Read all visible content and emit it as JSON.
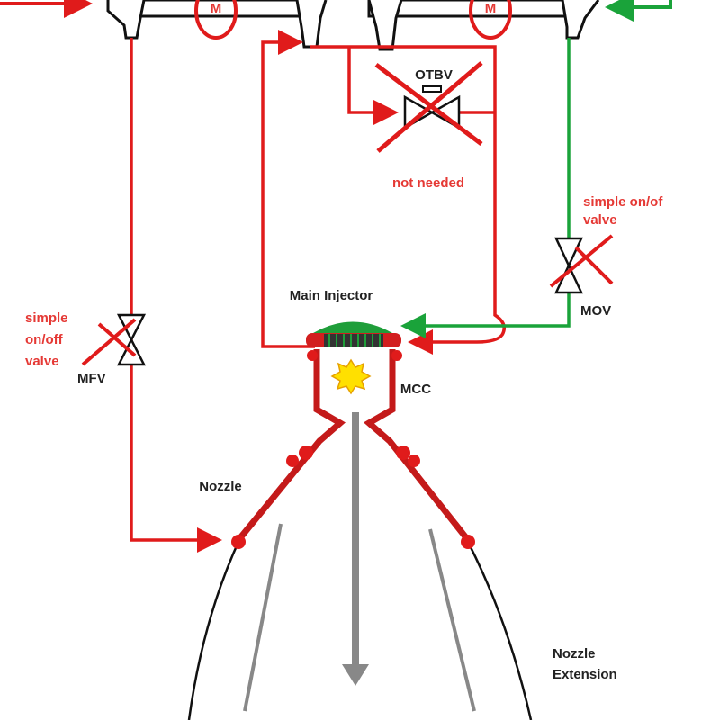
{
  "labels": {
    "otbv": "OTBV",
    "not_needed": "not needed",
    "mov_note_1": "simple on/of",
    "mov_note_2": "valve",
    "mov": "MOV",
    "main_injector": "Main Injector",
    "mcc": "MCC",
    "mfv_note_1": "simple",
    "mfv_note_2": "on/off",
    "mfv_note_3": "valve",
    "mfv": "MFV",
    "nozzle": "Nozzle",
    "nozzle_ext_1": "Nozzle",
    "nozzle_ext_2": "Extension",
    "pump_left_symbol": "M",
    "pump_right_symbol": "M"
  },
  "colors": {
    "fuel": "#e01b1b",
    "oxidizer": "#1aa33a",
    "wall": "#c41a1a",
    "flow": "#888888",
    "injector": "#1f9e3a"
  }
}
